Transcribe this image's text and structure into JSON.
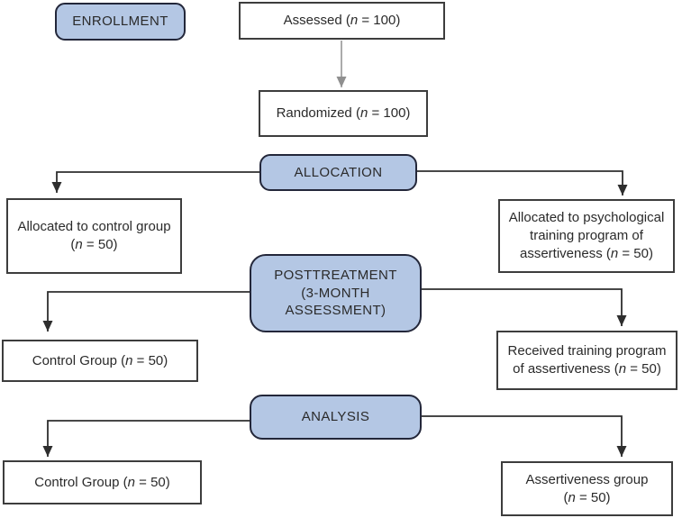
{
  "stages": {
    "enrollment": {
      "label": "ENROLLMENT"
    },
    "allocation": {
      "label": "ALLOCATION"
    },
    "posttreatment": {
      "label": "POSTTREATMENT\n(3-MONTH\nASSESSMENT)"
    },
    "analysis": {
      "label": "ANALYSIS"
    }
  },
  "nodes": {
    "assessed": {
      "pre": "Assessed (",
      "n": "n",
      "post": " = 100)"
    },
    "randomized": {
      "pre": "Randomized (",
      "n": "n",
      "post": " = 100)"
    },
    "allocated_control": {
      "pre": "Allocated to control group\n(",
      "n": "n",
      "post": " = 50)"
    },
    "allocated_treatment": {
      "pre": "Allocated to psychological\ntraining program of\nassertiveness (",
      "n": "n",
      "post": " = 50)"
    },
    "control_posttreatment": {
      "pre": "Control Group (",
      "n": "n",
      "post": " = 50)"
    },
    "received_treatment": {
      "pre": "Received training program\nof assertiveness (",
      "n": "n",
      "post": " = 50)"
    },
    "control_analysis": {
      "pre": "Control Group (",
      "n": "n",
      "post": " = 50)"
    },
    "assertiveness_group": {
      "pre": "Assertiveness group\n(",
      "n": "n",
      "post": " = 50)"
    }
  },
  "colors": {
    "stage_fill": "#b4c7e4",
    "stage_border": "#23273a",
    "node_border": "#3d3d3d",
    "connector": "#2e2e2e",
    "gray_arrow": "#8f8f8f",
    "text": "#2a2a2a"
  }
}
